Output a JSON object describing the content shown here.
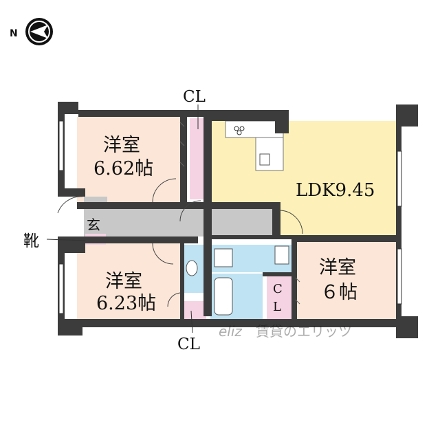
{
  "compass": {
    "label": "N",
    "icon": "north-arrow-icon"
  },
  "rooms": {
    "western_room_1": {
      "name": "洋室",
      "size": "6.62帖"
    },
    "western_room_2": {
      "name": "洋室",
      "size": "6.23帖"
    },
    "western_room_3": {
      "name": "洋室",
      "size": "６帖"
    },
    "ldk": {
      "label": "LDK9.45"
    },
    "entrance": {
      "label": "玄"
    },
    "shoe_storage": {
      "label": "靴"
    }
  },
  "closets": {
    "top": "CL",
    "bottom": "CL",
    "right_c": "C",
    "right_l": "L"
  },
  "watermark": {
    "text": "賃貸のエリッツ",
    "logo": "eliz-logo-icon"
  },
  "colors": {
    "wall": "#3c3c3c",
    "western_room": "#fbe6d8",
    "ldk": "#fdf0b8",
    "hall": "#c8c8c8",
    "wet_area": "#bfe3f2",
    "closet": "#f5d3e3",
    "floor_white": "#ffffff"
  }
}
